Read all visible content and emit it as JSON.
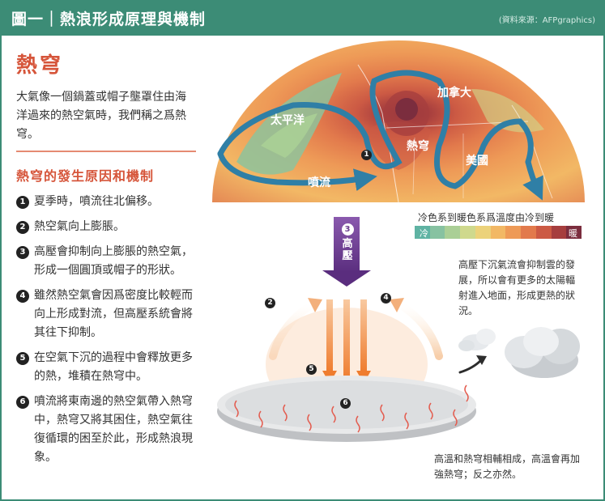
{
  "header": {
    "title": "圖一｜熱浪形成原理與機制",
    "source": "(資料來源：AFPgraphics)"
  },
  "left": {
    "heading": "熱穹",
    "intro": "大氣像一個鍋蓋或帽子壟罩住由海洋過來的熱空氣時，我們稱之爲熱穹。",
    "subheading": "熱穹的發生原因和機制",
    "steps": [
      {
        "num": "1",
        "text": "夏季時，噴流往北偏移。"
      },
      {
        "num": "2",
        "text": "熱空氣向上膨脹。"
      },
      {
        "num": "3",
        "text": "高壓會抑制向上膨脹的熱空氣，形成一個圓頂或帽子的形狀。"
      },
      {
        "num": "4",
        "text": "雖然熱空氣會因爲密度比較輕而向上形成對流，但高壓系統會將其往下抑制。"
      },
      {
        "num": "5",
        "text": "在空氣下沉的過程中會釋放更多的熱，堆積在熱穹中。"
      },
      {
        "num": "6",
        "text": "噴流將東南邊的熱空氣帶入熱穹中，熱穹又將其困住，熱空氣往復循環的困至於此，形成熱浪現象。"
      }
    ]
  },
  "map": {
    "labels": {
      "pacific": "太平洋",
      "canada": "加拿大",
      "dome": "熱穹",
      "usa": "美國",
      "jet": "噴流"
    },
    "badge": "1"
  },
  "legend": {
    "caption": "冷色系到暖色系爲溫度由冷到暖",
    "low": "冷",
    "high": "暖",
    "colors": [
      "#5fb3a3",
      "#87c2a1",
      "#aacf96",
      "#cfd98d",
      "#ecd27a",
      "#f2b865",
      "#ee9a57",
      "#e27a4c",
      "#cc5a44",
      "#a63e3e",
      "#7b2d3e"
    ]
  },
  "diagram": {
    "pressure_num": "3",
    "pressure_label_1": "高",
    "pressure_label_2": "壓",
    "badge2": "2",
    "badge4": "4",
    "badge5": "5",
    "badge6": "6"
  },
  "notes": {
    "sinking": "高壓下沉氣流會抑制雲的發展，所以會有更多的太陽輻射進入地面，形成更熱的狀況。",
    "feedback": "高溫和熱穹相輔相成，高溫會再加強熱穹；反之亦然。"
  }
}
